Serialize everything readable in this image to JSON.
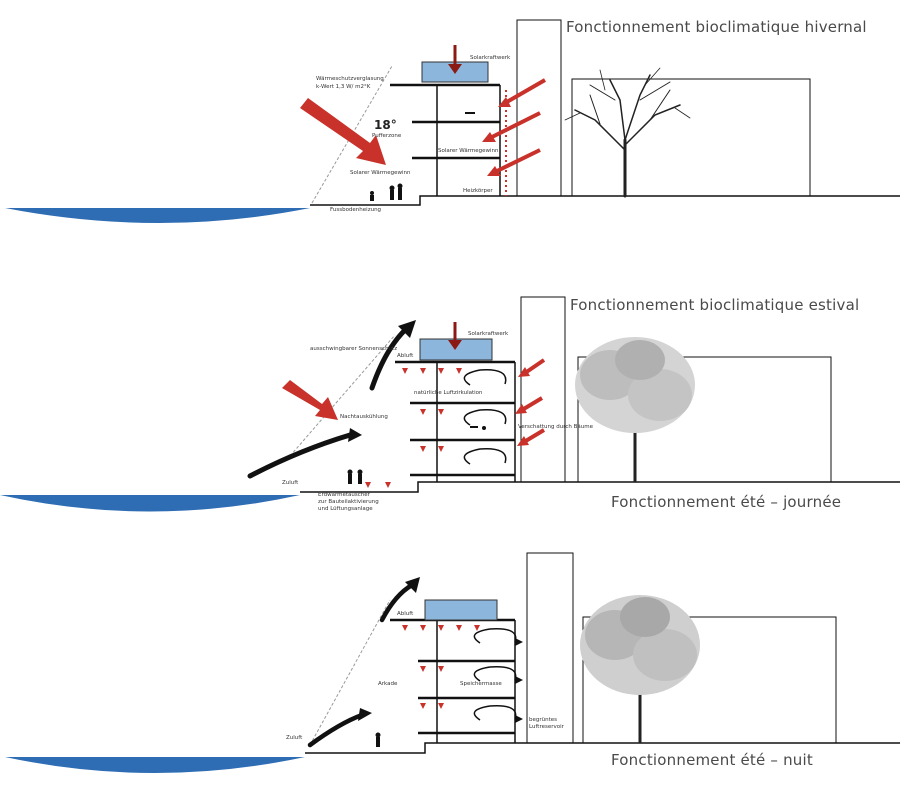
{
  "winter": {
    "title": "Fonctionnement bioclimatique hivernal",
    "temperature": "18°",
    "labels": {
      "glazing": "Wärmeschutzverglasung",
      "glazing_k": "k-Wert 1,3 W/ m2°K",
      "buffer": "Pufferzone",
      "solar_gain_upper": "Solarer Wärmegewinn",
      "solar_gain_lower": "Solarer Wärmegewinn",
      "solar_collector": "Solarkraftwerk",
      "radiator": "Heizkörper",
      "floor_heating": "Fussbodenheizung"
    }
  },
  "summer_day": {
    "title": "Fonctionnement bioclimatique estival",
    "caption": "Fonctionnement été – journée",
    "labels": {
      "shading": "ausschwingbarer Sonnenschutz",
      "solar_collector": "Solarkraftwerk",
      "exhaust": "Abluft",
      "convection": "natürliche Luftzirkulation",
      "inflow": "Zuluft",
      "night_cooling": "Nachtauskühlung",
      "tree_shade": "Verschattung durch Bäume",
      "ground_pipes": "Erdwärmetauscher",
      "ground_pipes_sub": "zur Bauteilaktivierung",
      "ground_pipes_sub2": "und Lüftungsanlage"
    }
  },
  "summer_night": {
    "caption": "Fonctionnement été – nuit",
    "labels": {
      "exhaust": "Abluft",
      "arcade": "Arkade",
      "storage_mass": "Speichermasse",
      "inflow": "Zuluft",
      "vegetation": "begrüntes",
      "vegetation_sub": "Luftreservoir"
    }
  },
  "colors": {
    "water": "#2e6cb3",
    "arrow_red": "#c8322a",
    "collector_blue": "#8db6dc",
    "line": "#111111",
    "title_text": "#4a4a4a"
  }
}
